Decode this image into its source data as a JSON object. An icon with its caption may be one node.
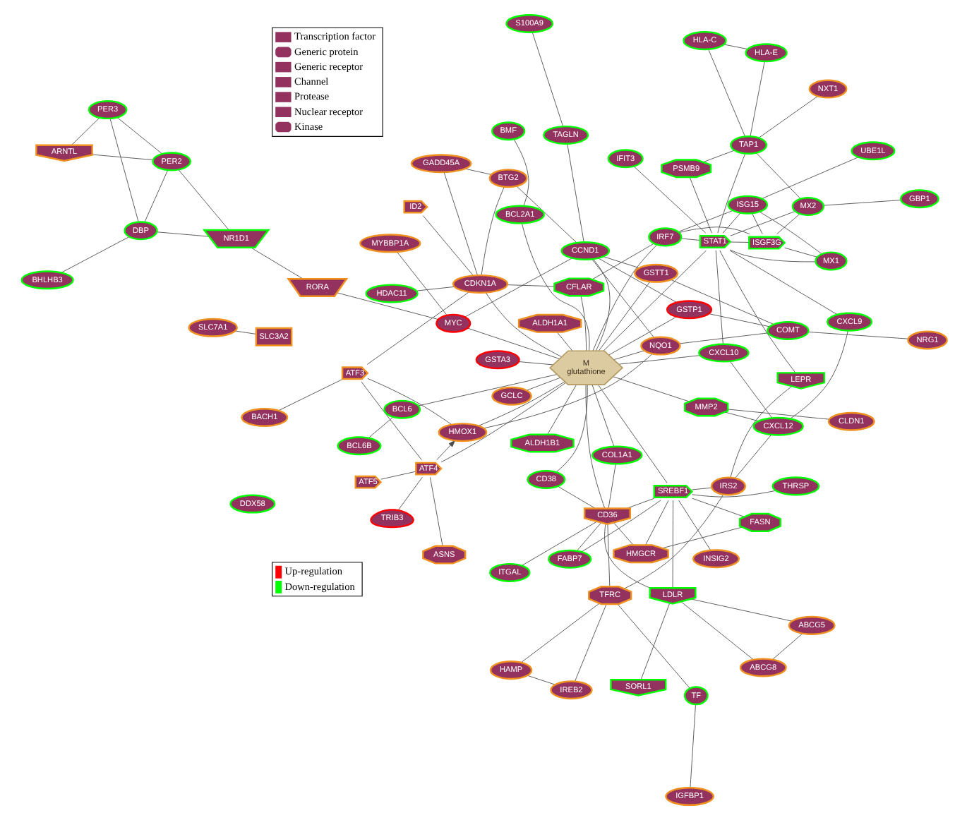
{
  "diagram": {
    "nodes": [
      {
        "text": [
          "TRIB3"
        ]
      },
      {
        "text": [
          "ASNS"
        ]
      },
      {
        "text": [
          "BACH1"
        ]
      },
      {
        "text": [
          "ATF5"
        ]
      },
      {
        "text": [
          "NRG1"
        ]
      },
      {
        "text": [
          "ATF4"
        ]
      },
      {
        "text": [
          "ATF3"
        ]
      },
      {
        "text": [
          "SLC7A1"
        ]
      },
      {
        "text": [
          "CLDN1"
        ]
      },
      {
        "text": [
          "COMT"
        ]
      },
      {
        "text": [
          "S100A9"
        ]
      },
      {
        "text": [
          "HMOX1"
        ]
      },
      {
        "text": [
          "BCL6B"
        ]
      },
      {
        "text": [
          "INSIG2"
        ]
      },
      {
        "text": [
          "TAGLN"
        ]
      },
      {
        "text": [
          "GSTT1"
        ]
      },
      {
        "text": [
          "NQO1"
        ]
      },
      {
        "text": [
          "SLC3A2"
        ]
      },
      {
        "text": [
          "ALDH1A1"
        ]
      },
      {
        "text": [
          "MMP2"
        ]
      },
      {
        "text": [
          "FABP7"
        ]
      },
      {
        "text": [
          "SORL1"
        ]
      },
      {
        "text": [
          "GSTP1"
        ]
      },
      {
        "text": [
          "ABCG8"
        ]
      },
      {
        "text": [
          "BCL6"
        ]
      },
      {
        "text": [
          "FASN"
        ]
      },
      {
        "text": [
          "BTG2"
        ]
      },
      {
        "text": [
          "ALDH1B1"
        ]
      },
      {
        "text": [
          "GADD45A"
        ]
      },
      {
        "text": [
          "CCND1"
        ]
      },
      {
        "text": [
          "GCLC"
        ]
      },
      {
        "text": [
          "M",
          "glutathione"
        ]
      },
      {
        "text": [
          "COL1A1"
        ]
      },
      {
        "text": [
          "SREBF1"
        ]
      },
      {
        "text": [
          "LDLR"
        ]
      },
      {
        "text": [
          "HDAC11"
        ]
      },
      {
        "text": [
          "CDKN1A"
        ]
      },
      {
        "text": [
          "HMGCR"
        ]
      },
      {
        "text": [
          "CD36"
        ]
      },
      {
        "text": [
          "ID2"
        ]
      },
      {
        "text": [
          "CD38"
        ]
      },
      {
        "text": [
          "RORA"
        ]
      },
      {
        "text": [
          "MYC"
        ]
      },
      {
        "text": [
          "CFLAR"
        ]
      },
      {
        "text": [
          "GSTA3"
        ]
      },
      {
        "text": [
          "CXCL12"
        ]
      },
      {
        "text": [
          "THRSP"
        ]
      },
      {
        "text": [
          "ITGAL"
        ]
      },
      {
        "text": [
          "ABCG5"
        ]
      },
      {
        "text": [
          "NR1D1"
        ]
      },
      {
        "text": [
          "IRS2"
        ]
      },
      {
        "text": [
          "BCL2A1"
        ]
      },
      {
        "text": [
          "IRF7"
        ]
      },
      {
        "text": [
          "ISG15"
        ]
      },
      {
        "text": [
          "CXCL10"
        ]
      },
      {
        "text": [
          "CXCL9"
        ]
      },
      {
        "text": [
          "LEPR"
        ]
      },
      {
        "text": [
          "TFRC"
        ]
      },
      {
        "text": [
          "TF"
        ]
      },
      {
        "text": [
          "BMF"
        ]
      },
      {
        "text": [
          "MYBBP1A"
        ]
      },
      {
        "text": [
          "PER2"
        ]
      },
      {
        "text": [
          "DDX58"
        ]
      },
      {
        "text": [
          "STAT1"
        ]
      },
      {
        "text": [
          "HAMP"
        ]
      },
      {
        "text": [
          "ARNTL"
        ]
      },
      {
        "text": [
          "MX1"
        ]
      },
      {
        "text": [
          "MX2"
        ]
      },
      {
        "text": [
          "IFIT3"
        ]
      },
      {
        "text": [
          "DBP"
        ]
      },
      {
        "text": [
          "GBP1"
        ]
      },
      {
        "text": [
          "IGFBP1"
        ]
      },
      {
        "text": [
          "UBE1L"
        ]
      },
      {
        "text": [
          "ISGF3G"
        ]
      },
      {
        "text": [
          "PSMB9"
        ]
      },
      {
        "text": [
          "NXT1"
        ]
      },
      {
        "text": [
          "IREB2"
        ]
      },
      {
        "text": [
          "BHLHB3"
        ]
      },
      {
        "text": [
          "TAP1"
        ]
      },
      {
        "text": [
          "PER3"
        ]
      },
      {
        "text": [
          "HLA-C"
        ]
      },
      {
        "text": [
          "HLA-E"
        ]
      }
    ],
    "edges": [
      {
        "from": 0,
        "to": 5,
        "arrow": "none"
      },
      {
        "from": 1,
        "to": 5,
        "arrow": "none"
      },
      {
        "from": 3,
        "to": 5,
        "arrow": "none"
      },
      {
        "from": 2,
        "to": 6,
        "arrow": "none"
      },
      {
        "from": 5,
        "to": 6,
        "arrow": "none"
      },
      {
        "from": 5,
        "to": 11,
        "arrow": "to"
      },
      {
        "from": 5,
        "to": 31,
        "arrow": "none"
      },
      {
        "from": 4,
        "to": 9,
        "arrow": "none"
      },
      {
        "from": 6,
        "to": 11,
        "arrow": "none"
      },
      {
        "from": 6,
        "to": 36,
        "arrow": "none"
      },
      {
        "from": 9,
        "to": 15,
        "arrow": "none"
      },
      {
        "from": 9,
        "to": 16,
        "arrow": "none"
      },
      {
        "from": 9,
        "to": 22,
        "arrow": "none"
      },
      {
        "from": 10,
        "to": 14,
        "arrow": "none"
      },
      {
        "from": 11,
        "to": 16,
        "arrow": "none"
      },
      {
        "from": 11,
        "to": 31,
        "arrow": "none"
      },
      {
        "from": 12,
        "to": 24,
        "arrow": "none"
      },
      {
        "from": 7,
        "to": 17,
        "arrow": "none"
      },
      {
        "from": 8,
        "to": 19,
        "arrow": "none"
      },
      {
        "from": 13,
        "to": 33,
        "arrow": "none"
      },
      {
        "from": 20,
        "to": 33,
        "arrow": "none"
      },
      {
        "from": 20,
        "to": 38,
        "arrow": "none"
      },
      {
        "from": 33,
        "to": 25,
        "arrow": "none"
      },
      {
        "from": 25,
        "to": 37,
        "arrow": "none"
      },
      {
        "from": 21,
        "to": 34,
        "arrow": "none"
      },
      {
        "from": 23,
        "to": 34,
        "arrow": "none"
      },
      {
        "from": 23,
        "to": 48,
        "arrow": "none"
      },
      {
        "from": 34,
        "to": 48,
        "arrow": "none"
      },
      {
        "from": 33,
        "to": 34,
        "arrow": "none"
      },
      {
        "from": 33,
        "to": 37,
        "arrow": "none"
      },
      {
        "from": 33,
        "to": 38,
        "arrow": "none"
      },
      {
        "from": 33,
        "to": 46,
        "arrow": "none"
      },
      {
        "from": 33,
        "to": 50,
        "arrow": "none"
      },
      {
        "from": 38,
        "to": 47,
        "arrow": "none"
      },
      {
        "from": 38,
        "to": 57,
        "arrow": "none"
      },
      {
        "from": 31,
        "to": 38,
        "arrow": "none"
      },
      {
        "from": 31,
        "to": 33,
        "arrow": "none"
      },
      {
        "from": 38,
        "to": 34,
        "arrow": "none"
      },
      {
        "from": 38,
        "to": 37,
        "arrow": "none"
      },
      {
        "from": 31,
        "to": 32,
        "arrow": "none"
      },
      {
        "from": 31,
        "to": 27,
        "arrow": "none"
      },
      {
        "from": 31,
        "to": 18,
        "arrow": "none"
      },
      {
        "from": 32,
        "to": 38,
        "arrow": "none"
      },
      {
        "from": 19,
        "to": 45,
        "arrow": "none"
      },
      {
        "from": 31,
        "to": 19,
        "arrow": "none"
      },
      {
        "from": 31,
        "to": 40,
        "arrow": "none"
      },
      {
        "from": 40,
        "to": 38,
        "arrow": "none"
      },
      {
        "from": 45,
        "to": 54,
        "arrow": "none"
      },
      {
        "from": 45,
        "to": 55,
        "arrow": "none"
      },
      {
        "from": 45,
        "to": 50,
        "arrow": "none"
      },
      {
        "from": 50,
        "to": 57,
        "arrow": "none"
      },
      {
        "from": 50,
        "to": 56,
        "arrow": "none"
      },
      {
        "from": 63,
        "to": 56,
        "arrow": "none"
      },
      {
        "from": 57,
        "to": 58,
        "arrow": "none"
      },
      {
        "from": 57,
        "to": 64,
        "arrow": "none"
      },
      {
        "from": 57,
        "to": 76,
        "arrow": "none"
      },
      {
        "from": 64,
        "to": 76,
        "arrow": "none"
      },
      {
        "from": 58,
        "to": 71,
        "arrow": "none"
      },
      {
        "from": 63,
        "to": 68,
        "arrow": "none"
      },
      {
        "from": 63,
        "to": 55,
        "arrow": "none"
      },
      {
        "from": 63,
        "to": 54,
        "arrow": "none"
      },
      {
        "from": 63,
        "to": 67,
        "arrow": "none"
      },
      {
        "from": 67,
        "to": 70,
        "arrow": "none"
      },
      {
        "from": 63,
        "to": 74,
        "arrow": "none"
      },
      {
        "from": 63,
        "to": 78,
        "arrow": "none"
      },
      {
        "from": 63,
        "to": 73,
        "arrow": "none"
      },
      {
        "from": 63,
        "to": 52,
        "arrow": "none"
      },
      {
        "from": 63,
        "to": 66,
        "arrow": "none"
      },
      {
        "from": 78,
        "to": 74,
        "arrow": "none"
      },
      {
        "from": 78,
        "to": 75,
        "arrow": "none"
      },
      {
        "from": 78,
        "to": 80,
        "arrow": "none"
      },
      {
        "from": 78,
        "to": 81,
        "arrow": "none"
      },
      {
        "from": 80,
        "to": 81,
        "arrow": "none"
      },
      {
        "from": 67,
        "to": 78,
        "arrow": "none"
      },
      {
        "from": 14,
        "to": 29,
        "arrow": "none"
      },
      {
        "from": 15,
        "to": 29,
        "arrow": "none"
      },
      {
        "from": 26,
        "to": 29,
        "arrow": "none"
      },
      {
        "from": 26,
        "to": 28,
        "arrow": "none"
      },
      {
        "from": 26,
        "to": 36,
        "arrow": "none"
      },
      {
        "from": 28,
        "to": 36,
        "arrow": "none"
      },
      {
        "from": 35,
        "to": 36,
        "arrow": "none"
      },
      {
        "from": 39,
        "to": 36,
        "arrow": "none"
      },
      {
        "from": 41,
        "to": 42,
        "arrow": "none"
      },
      {
        "from": 49,
        "to": 41,
        "arrow": "none"
      },
      {
        "from": 42,
        "to": 60,
        "arrow": "none"
      },
      {
        "from": 42,
        "to": 31,
        "arrow": "none"
      },
      {
        "from": 51,
        "to": 31,
        "arrow": "none"
      },
      {
        "from": 59,
        "to": 51,
        "arrow": "none"
      },
      {
        "from": 36,
        "to": 43,
        "arrow": "none"
      },
      {
        "from": 29,
        "to": 42,
        "arrow": "none"
      },
      {
        "from": 30,
        "to": 31,
        "arrow": "none"
      },
      {
        "from": 31,
        "to": 36,
        "arrow": "none"
      },
      {
        "from": 43,
        "to": 31,
        "arrow": "none"
      },
      {
        "from": 43,
        "to": 52,
        "arrow": "none"
      },
      {
        "from": 49,
        "to": 69,
        "arrow": "none"
      },
      {
        "from": 49,
        "to": 61,
        "arrow": "none"
      },
      {
        "from": 61,
        "to": 69,
        "arrow": "none"
      },
      {
        "from": 61,
        "to": 65,
        "arrow": "none"
      },
      {
        "from": 61,
        "to": 79,
        "arrow": "none"
      },
      {
        "from": 65,
        "to": 79,
        "arrow": "none"
      },
      {
        "from": 69,
        "to": 79,
        "arrow": "none"
      },
      {
        "from": 69,
        "to": 77,
        "arrow": "none"
      },
      {
        "from": 53,
        "to": 72,
        "arrow": "none"
      },
      {
        "from": 53,
        "to": 73,
        "arrow": "none"
      },
      {
        "from": 53,
        "to": 66,
        "arrow": "none"
      },
      {
        "from": 53,
        "to": 63,
        "arrow": "none"
      },
      {
        "from": 52,
        "to": 73,
        "arrow": "none"
      },
      {
        "from": 52,
        "to": 53,
        "arrow": "none"
      },
      {
        "from": 66,
        "to": 73,
        "arrow": "none"
      },
      {
        "from": 73,
        "to": 67,
        "arrow": "none"
      },
      {
        "from": 31,
        "to": 15,
        "arrow": "none"
      },
      {
        "from": 31,
        "to": 16,
        "arrow": "none"
      },
      {
        "from": 31,
        "to": 22,
        "arrow": "none"
      },
      {
        "from": 31,
        "to": 24,
        "arrow": "none"
      },
      {
        "from": 31,
        "to": 44,
        "arrow": "none"
      },
      {
        "from": 31,
        "to": 52,
        "arrow": "none"
      },
      {
        "from": 31,
        "to": 54,
        "arrow": "none"
      },
      {
        "from": 31,
        "to": 63,
        "arrow": "none"
      },
      {
        "from": 31,
        "to": 29,
        "arrow": "none"
      },
      {
        "from": 29,
        "to": 22,
        "arrow": "none"
      },
      {
        "from": 29,
        "to": 16,
        "arrow": "none"
      }
    ],
    "legend": [
      {
        "text": "Transcription factor"
      },
      {
        "text": "Generic protein"
      },
      {
        "text": "Generic receptor"
      },
      {
        "text": "Channel"
      },
      {
        "text": "Protease"
      },
      {
        "text": "Nuclear receptor"
      },
      {
        "text": "Kinase"
      },
      {
        "text": "Up-regulation",
        "color": "#ff0000"
      },
      {
        "text": "Down-regulation",
        "color": "#00ff00"
      }
    ]
  }
}
